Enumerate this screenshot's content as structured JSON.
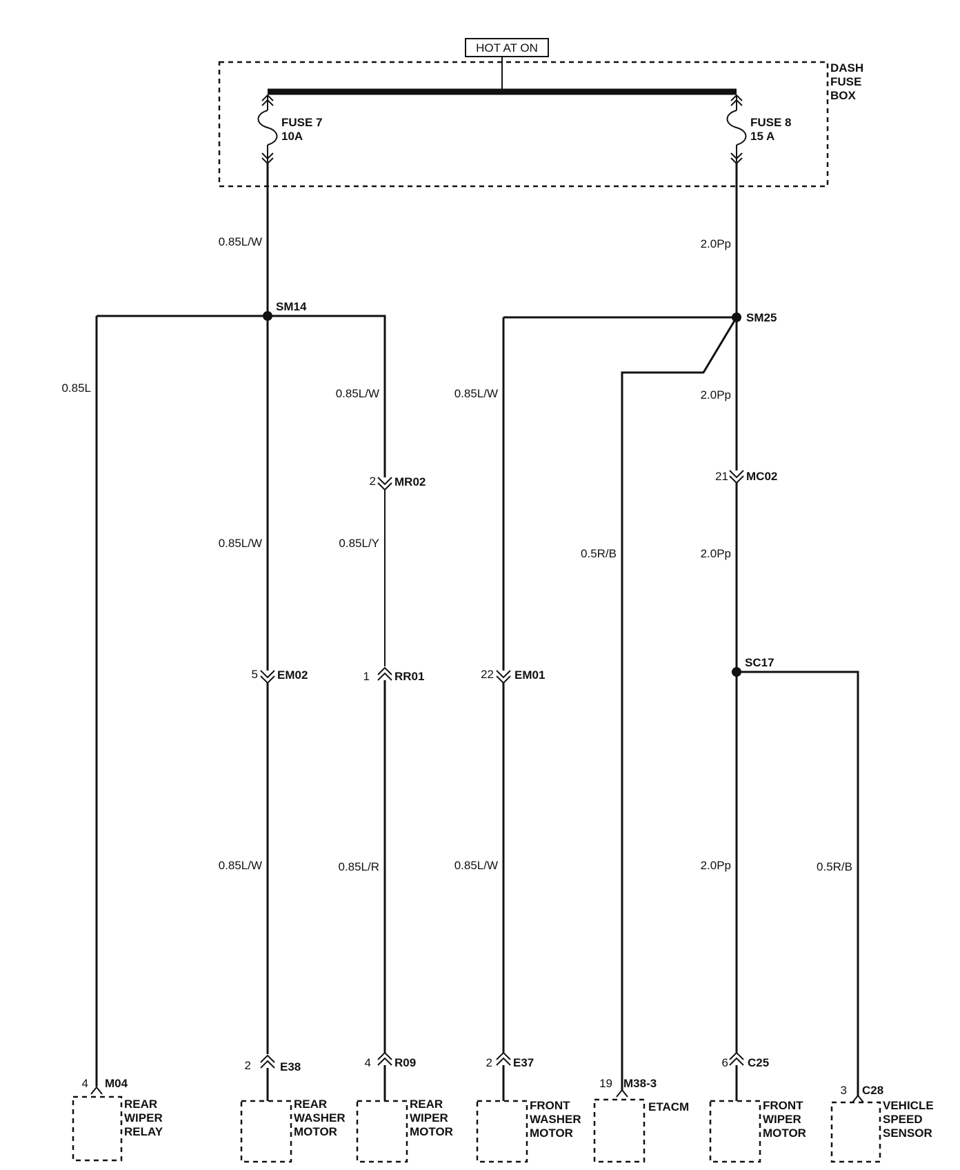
{
  "source": {
    "label": "HOT AT ON"
  },
  "fuse_box": {
    "label_line1": "DASH",
    "label_line2": "FUSE",
    "label_line3": "BOX"
  },
  "fuses": [
    {
      "name": "FUSE 7",
      "rating": "10A"
    },
    {
      "name": "FUSE 8",
      "rating": "15 A"
    }
  ],
  "splices": {
    "sm14": "SM14",
    "sm25": "SM25",
    "sc17": "SC17"
  },
  "wires": {
    "fuse7_out": "0.85L/W",
    "fuse8_out": "2.0Pp",
    "relay_feed": "0.85L",
    "washer_upper": "0.85L/W",
    "washer_lower": "0.85L/W",
    "rear_wiper_upper": "0.85L/W",
    "rear_wiper_mid": "0.85L/Y",
    "rear_wiper_lower": "0.85L/R",
    "front_washer_upper": "0.85L/W",
    "front_washer_lower": "0.85L/W",
    "etacm": "0.5R/B",
    "front_wiper_upper": "2.0Pp",
    "front_wiper_mid": "2.0Pp",
    "front_wiper_lower": "2.0Pp",
    "speed_sensor": "0.5R/B"
  },
  "connectors": {
    "mr02": {
      "pin": "2",
      "id": "MR02"
    },
    "em02": {
      "pin": "5",
      "id": "EM02"
    },
    "rr01": {
      "pin": "1",
      "id": "RR01"
    },
    "em01": {
      "pin": "22",
      "id": "EM01"
    },
    "mc02": {
      "pin": "21",
      "id": "MC02"
    },
    "m04": {
      "pin": "4",
      "id": "M04"
    },
    "e38": {
      "pin": "2",
      "id": "E38"
    },
    "r09": {
      "pin": "4",
      "id": "R09"
    },
    "e37": {
      "pin": "2",
      "id": "E37"
    },
    "m38": {
      "pin": "19",
      "id": "M38-3"
    },
    "c25": {
      "pin": "6",
      "id": "C25"
    },
    "c28": {
      "pin": "3",
      "id": "C28"
    }
  },
  "components": [
    {
      "line1": "REAR",
      "line2": "WIPER",
      "line3": "RELAY"
    },
    {
      "line1": "REAR",
      "line2": "WASHER",
      "line3": "MOTOR"
    },
    {
      "line1": "REAR",
      "line2": "WIPER",
      "line3": "MOTOR"
    },
    {
      "line1": "FRONT",
      "line2": "WASHER",
      "line3": "MOTOR"
    },
    {
      "line1": "ETACM",
      "line2": "",
      "line3": ""
    },
    {
      "line1": "FRONT",
      "line2": "WIPER",
      "line3": "MOTOR"
    },
    {
      "line1": "VEHICLE",
      "line2": "SPEED",
      "line3": "SENSOR"
    }
  ]
}
